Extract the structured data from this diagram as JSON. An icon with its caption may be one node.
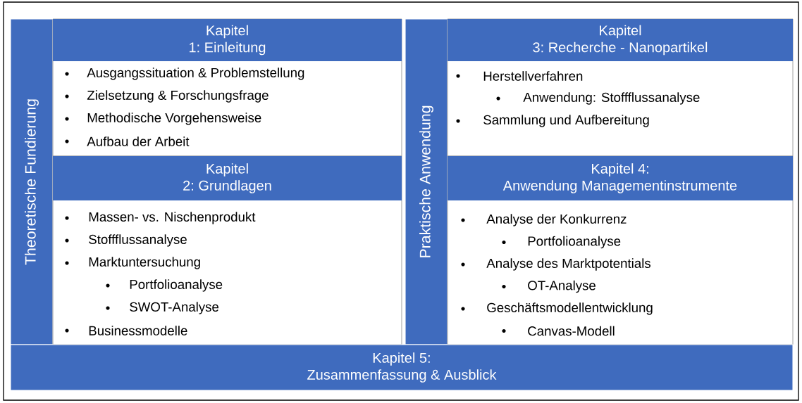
{
  "diagram": {
    "nodes": [
      {
        "text": [
          "Theoretische Fundierung"
        ]
      },
      {
        "text": [
          "Kapitel 1: Einleitung",
          "Ausgangssituation & Problemstellung",
          "Zielsetzung & Forschungsfrage",
          "Methodische Vorgehensweise",
          "Aufbau der Arbeit"
        ]
      },
      {
        "text": [
          "Kapitel 2: Grundlagen",
          "Massen- vs. Nischenprodukt",
          "Stoffflussanalyse",
          "Marktuntersuchung",
          "Portfolioanalyse",
          "SWOT-Analyse",
          "Businessmodelle"
        ]
      },
      {
        "text": [
          "Praktische Anwendung"
        ]
      },
      {
        "text": [
          "Kapitel 3: Recherche - Nanopartikel",
          "Herstellverfahren",
          "Anwendung: Stoffflussanalyse",
          "Sammlung und Aufbereitung"
        ]
      },
      {
        "text": [
          "Kapitel 4: Anwendung Managementinstrumente",
          "Analyse der Konkurrenz",
          "Portfolioanalyse",
          "Analyse des Marktpotentials",
          "OT-Analyse",
          "Geschäftsmodellentwicklung",
          "Canvas-Modell"
        ]
      },
      {
        "text": [
          "Kapitel 5: Zusammenfassung & Ausblick"
        ]
      }
    ]
  }
}
